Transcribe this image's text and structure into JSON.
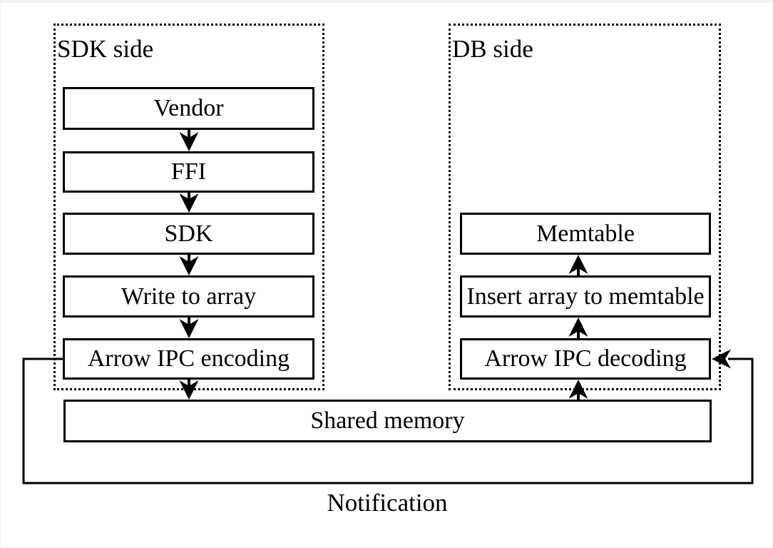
{
  "page": {
    "background": "#ffffff",
    "top_strip_color": "#f2f2f2",
    "line_color": "#000000"
  },
  "diagram": {
    "sdk_panel": {
      "title": "SDK side",
      "boxes": [
        {
          "label": "Vendor"
        },
        {
          "label": "FFI"
        },
        {
          "label": "SDK"
        },
        {
          "label": "Write to array"
        },
        {
          "label": "Arrow IPC encoding"
        }
      ]
    },
    "db_panel": {
      "title": "DB side",
      "boxes": [
        {
          "label": "Memtable"
        },
        {
          "label": "Insert array to memtable"
        },
        {
          "label": "Arrow IPC decoding"
        }
      ]
    },
    "shared_memory": {
      "label": "Shared memory"
    },
    "notification": {
      "label": "Notification"
    },
    "edges": [
      {
        "from": "Vendor",
        "to": "FFI",
        "direction": "down"
      },
      {
        "from": "FFI",
        "to": "SDK",
        "direction": "down"
      },
      {
        "from": "SDK",
        "to": "Write to array",
        "direction": "down"
      },
      {
        "from": "Write to array",
        "to": "Arrow IPC encoding",
        "direction": "down"
      },
      {
        "from": "Arrow IPC encoding",
        "to": "Shared memory",
        "direction": "down"
      },
      {
        "from": "Shared memory",
        "to": "Arrow IPC decoding",
        "direction": "up"
      },
      {
        "from": "Arrow IPC decoding",
        "to": "Insert array to memtable",
        "direction": "up"
      },
      {
        "from": "Insert array to memtable",
        "to": "Memtable",
        "direction": "up"
      },
      {
        "from": "Arrow IPC encoding",
        "to": "Arrow IPC decoding",
        "label": "Notification",
        "direction": "loop-around-bottom"
      }
    ]
  }
}
